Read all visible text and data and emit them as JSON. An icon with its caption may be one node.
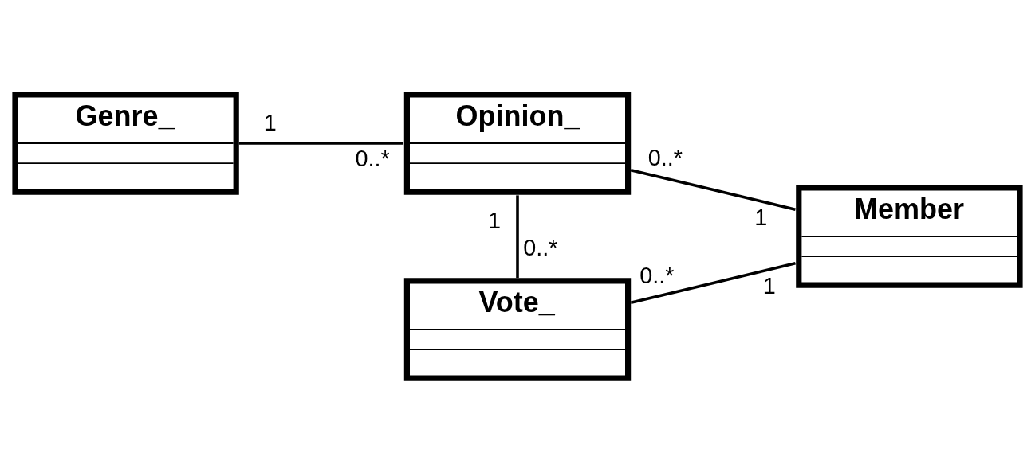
{
  "diagram": {
    "nodes": [
      {
        "text": [
          "Genre_"
        ]
      },
      {
        "text": [
          "Opinion_"
        ]
      },
      {
        "text": [
          "Member"
        ]
      },
      {
        "text": [
          "Vote_"
        ]
      }
    ],
    "edges": [
      {
        "from": 0,
        "to": 1,
        "arrow": "none"
      },
      {
        "from": 1,
        "to": 2,
        "arrow": "none"
      },
      {
        "from": 1,
        "to": 3,
        "arrow": "none"
      },
      {
        "from": 3,
        "to": 2,
        "arrow": "none"
      }
    ],
    "labels": [
      "1",
      "0..*",
      "0..*",
      "1",
      "1",
      "0..*",
      "0..*",
      "1"
    ]
  }
}
